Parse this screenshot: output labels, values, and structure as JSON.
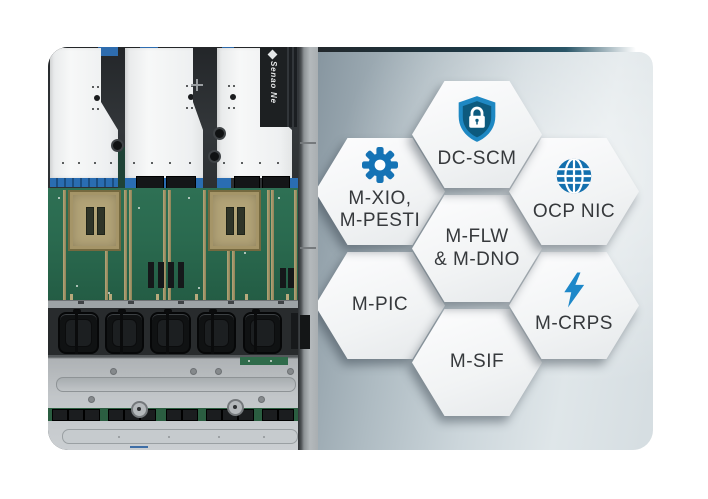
{
  "photo": {
    "vertical_text": "Senao Ne"
  },
  "hexagons": [
    {
      "id": "dc-scm",
      "label": "DC-SCM",
      "icon": "shield-lock"
    },
    {
      "id": "m-xio-m-pesti",
      "label": "M-XIO,\nM-PESTI",
      "icon": "gear"
    },
    {
      "id": "ocp-nic",
      "label": "OCP NIC",
      "icon": "globe"
    },
    {
      "id": "m-flw-m-dno",
      "label": "M-FLW\n& M-DNO",
      "icon": null
    },
    {
      "id": "m-pic",
      "label": "M-PIC",
      "icon": null
    },
    {
      "id": "m-crps",
      "label": "M-CRPS",
      "icon": "lightning"
    },
    {
      "id": "m-sif",
      "label": "M-SIF",
      "icon": null
    }
  ],
  "colors": {
    "icon_blue": "#1573b5",
    "shield_border_blue": "#1e88c3",
    "shield_fill": "#0d5a7e",
    "globe_blue": "#1470ae",
    "bolt_blue": "#1e88c9",
    "label_text": "#36393c",
    "panel_dark": "#8796a0",
    "panel_light": "#e3eaec",
    "pcb_green": "#2d6e52",
    "hex_fill": "#f4f6f7"
  }
}
